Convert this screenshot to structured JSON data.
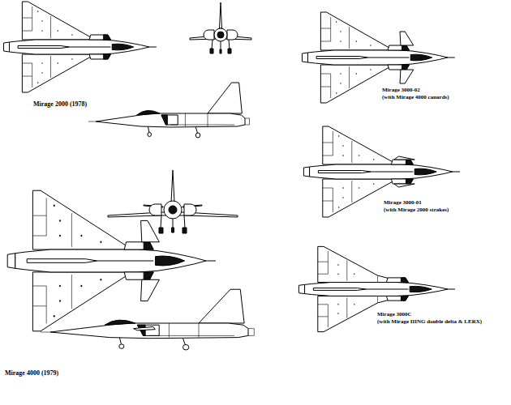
{
  "diagram": {
    "labels": [
      "Mirage 2000 (1978)",
      "Mirage 3000-02",
      "(with Mirage 4000 canards)",
      "Mirage 3000-01",
      "(with Mirage 2000 strakes)",
      "Mirage 3000C",
      "(with Mirage IIING double delta & LERX)",
      "Mirage 4000 (1979)"
    ]
  }
}
